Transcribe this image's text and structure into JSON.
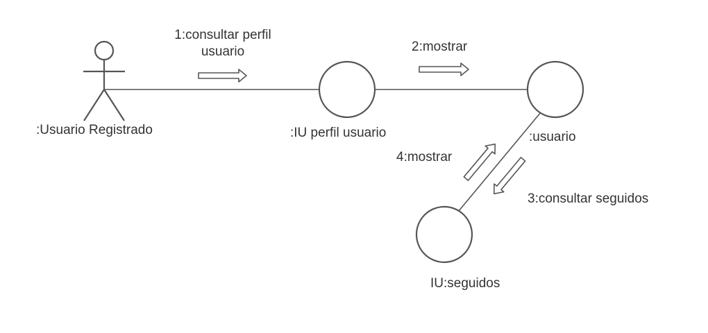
{
  "diagram": {
    "actor": {
      "label": ":Usuario Registrado"
    },
    "objects": [
      {
        "id": "iu-perfil",
        "label": ":IU perfil usuario"
      },
      {
        "id": "usuario",
        "label": ":usuario"
      },
      {
        "id": "iu-seguidos",
        "label": "IU:seguidos"
      }
    ],
    "messages": [
      {
        "label_line1": "1:consultar perfil",
        "label_line2": "usuario"
      },
      {
        "label": "2:mostrar"
      },
      {
        "label": "3:consultar seguidos"
      },
      {
        "label": "4:mostrar"
      }
    ],
    "colors": {
      "stroke": "#555555",
      "text": "#333333",
      "background": "#ffffff"
    }
  }
}
